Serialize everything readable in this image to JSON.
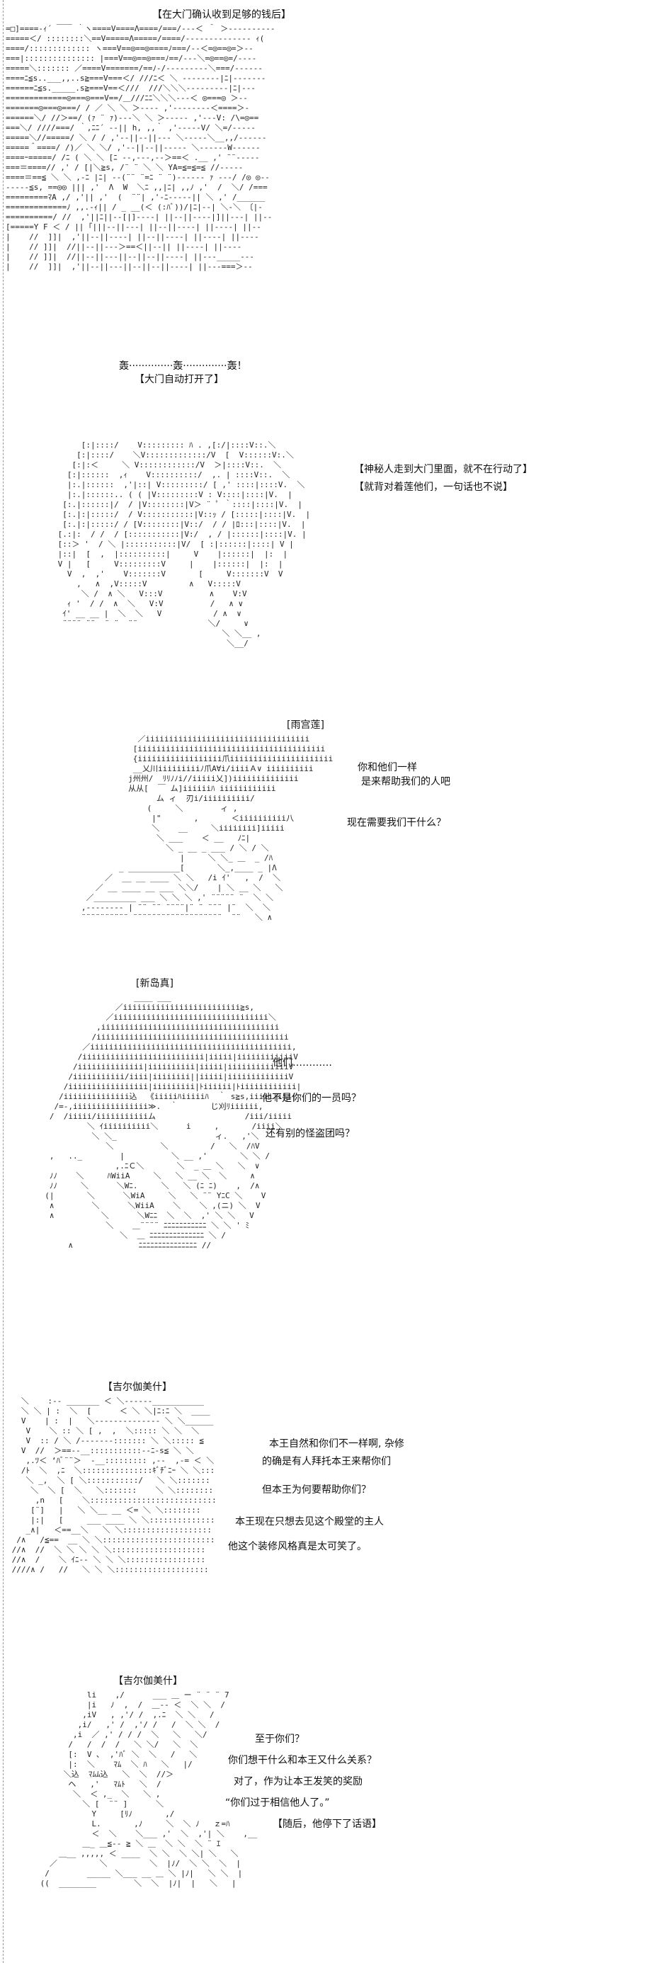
{
  "panels": [
    {
      "id": "gate",
      "caption_top": "【在大门确认收到足够的钱后】",
      "caption_bottom": "【大门自动打开了】",
      "sfx": [
        "轰··············轰··············轰！"
      ],
      "lines": []
    },
    {
      "id": "walk",
      "caption_top": "",
      "lines": [
        "【神秘人走到大门里面，就不在行动了】",
        "【就背对着莲他们，一句话也不说】"
      ]
    },
    {
      "id": "ren",
      "caption_top": "[雨宫莲]",
      "lines": [
        "你和他们一样",
        "是来帮助我们的人吧",
        "现在需要我们干什么？"
      ]
    },
    {
      "id": "niijima",
      "caption_top": "[新岛真]",
      "lines": [
        "他们…………",
        "他不是你们的一员吗？",
        "还有别的怪盗团吗？"
      ]
    },
    {
      "id": "gilgamesh1",
      "caption_top": "【吉尔伽美什】",
      "lines": [
        "本王自然和你们不一样啊, 杂修",
        "的确是有人拜托本王来帮你们",
        "但本王为何要帮助你们？",
        "本王现在只想去见这个殿堂的主人",
        "他这个装修风格真是太可笑了。"
      ]
    },
    {
      "id": "gilgamesh2",
      "caption_top": "【吉尔伽美什】",
      "lines": [
        "至于你们？",
        "你们想干什么和本王又什么关系？",
        "对了，作为让本王发笑的奖励",
        "“你们过于相信他人了。”",
        "【随后，他停下了话语】"
      ]
    }
  ]
}
